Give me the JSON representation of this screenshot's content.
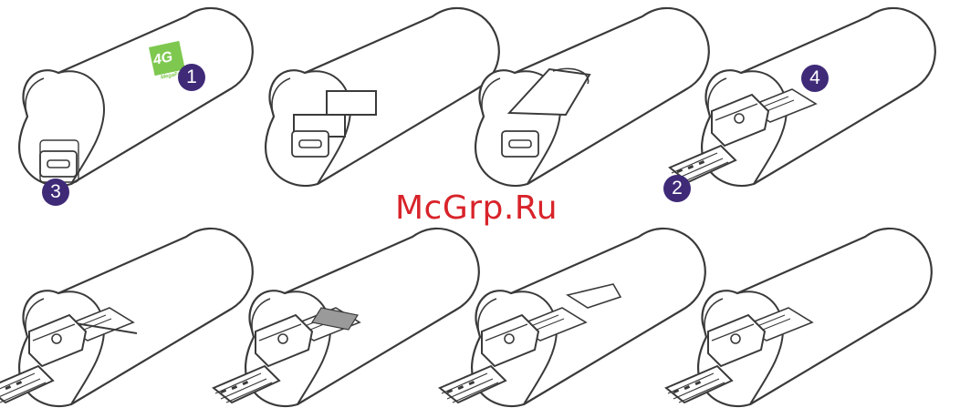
{
  "watermark": {
    "text": "McGrp.Ru",
    "color": "#d8232a"
  },
  "callouts": [
    {
      "number": "1"
    },
    {
      "number": "2"
    },
    {
      "number": "3"
    },
    {
      "number": "4"
    }
  ],
  "logo": {
    "text": "4G",
    "subtext": "MegaFon",
    "color": "#7ec850"
  },
  "colors": {
    "outline": "#3a3a3a",
    "fill": "#ffffff",
    "callout": "#3f2a78",
    "sim_card": "#9a9a9a"
  },
  "panels": [
    {
      "name": "step-1",
      "shows": "closed-modem-with-logo"
    },
    {
      "name": "step-2",
      "shows": "cover-slid"
    },
    {
      "name": "step-3",
      "shows": "cover-lifted"
    },
    {
      "name": "step-4",
      "shows": "usb-out-sim-slot"
    },
    {
      "name": "step-5",
      "shows": "sim-slot-open"
    },
    {
      "name": "step-6",
      "shows": "sim-inserted"
    },
    {
      "name": "step-7",
      "shows": "sim-above-slot"
    },
    {
      "name": "step-8",
      "shows": "slot-closed"
    }
  ]
}
